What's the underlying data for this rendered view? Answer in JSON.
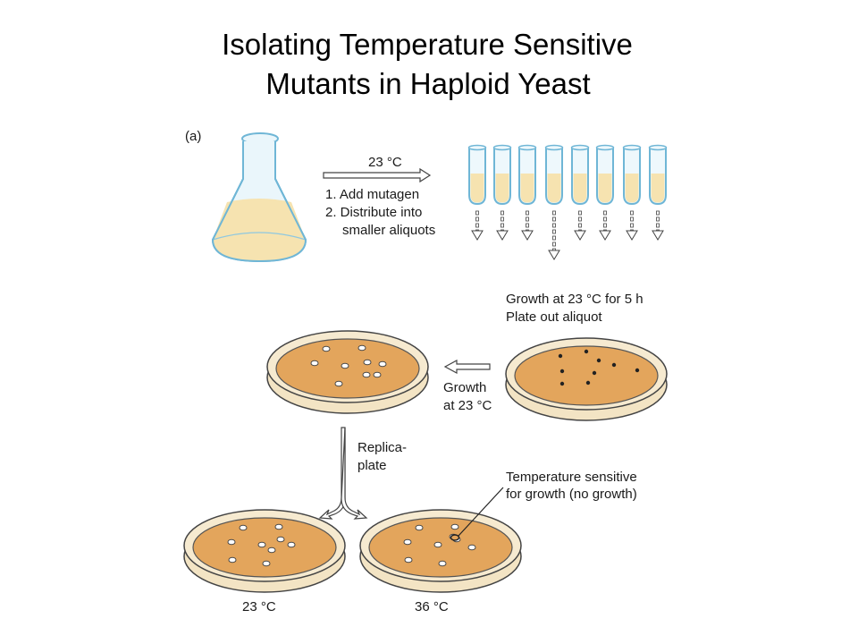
{
  "title": {
    "line1": "Isolating Temperature Sensitive",
    "line2": "Mutants in Haploid Yeast"
  },
  "diagram": {
    "panel_label": "(a)",
    "step1": {
      "temperature": "23 °C",
      "instruction_1": "1. Add mutagen",
      "instruction_2": "2. Distribute into",
      "instruction_3": "smaller aliquots"
    },
    "step2": {
      "line1": "Growth at 23 °C for 5 h",
      "line2": "Plate out aliquot"
    },
    "step3": {
      "line1": "Growth",
      "line2": "at 23 °C"
    },
    "step4": {
      "line1": "Replica-",
      "line2": "plate"
    },
    "callout": {
      "line1": "Temperature sensitive",
      "line2": "for growth (no growth)"
    },
    "plate_left_temp": "23 °C",
    "plate_right_temp": "36 °C"
  },
  "colors": {
    "culture": "#f6e3b0",
    "agar": "#e3a55c",
    "dish_rim": "#f3e4c4",
    "outline": "#444444",
    "glass": "#bfe3f2"
  }
}
